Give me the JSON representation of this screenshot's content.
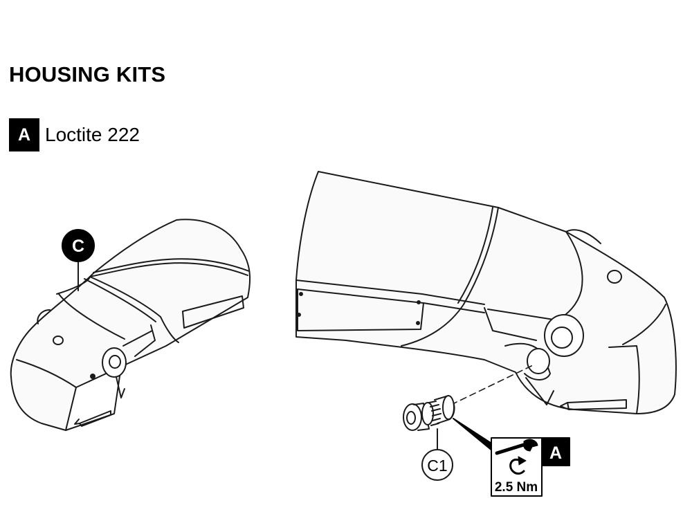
{
  "title": "HOUSING KITS",
  "legend": {
    "badge": "A",
    "text": "Loctite 222"
  },
  "callouts": {
    "part_c": "C",
    "part_c1": "C1"
  },
  "torque_box": {
    "badge": "A",
    "value": "2.5 Nm"
  },
  "icons": {
    "wrench": "wrench-icon",
    "rotate": "rotate-arrow-icon",
    "direction": "direction-arrow-icon"
  }
}
